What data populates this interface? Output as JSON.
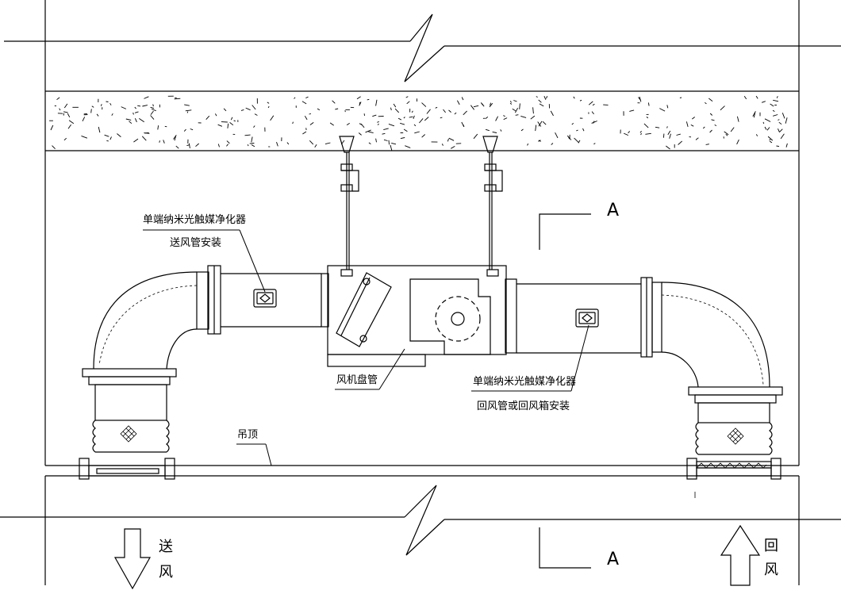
{
  "labels": {
    "supply_purifier_line1": "单端纳米光触媒净化器",
    "supply_purifier_line2": "送风管安装",
    "return_purifier_line1": "单端纳米光触媒净化器",
    "return_purifier_line2": "回风管或回风箱安装",
    "fan_coil": "风机盘管",
    "ceiling": "吊顶",
    "section_top": "A",
    "section_bottom": "A",
    "supply_air_1": "送",
    "supply_air_2": "风",
    "return_air_1": "回",
    "return_air_2": "风"
  },
  "colors": {
    "line": "#000000",
    "background": "#ffffff"
  }
}
